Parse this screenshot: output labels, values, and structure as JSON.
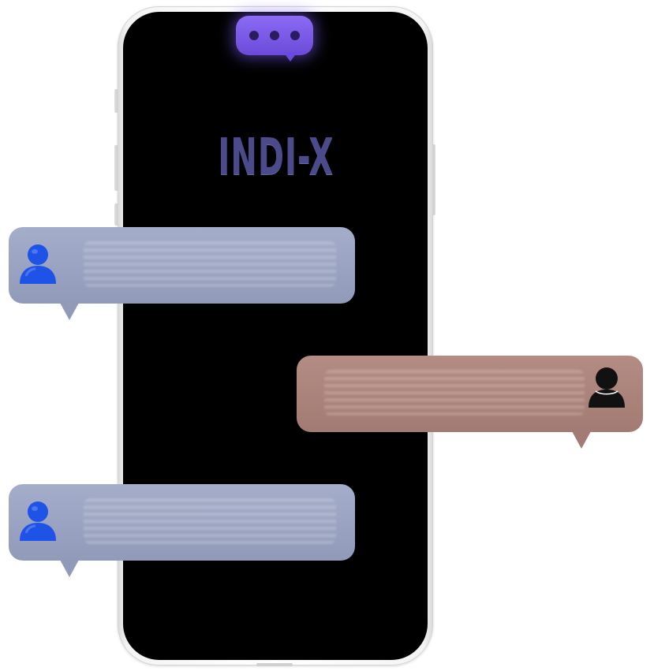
{
  "brand": {
    "name": "INDI-X",
    "color": "#4b4a8a"
  },
  "typing_indicator": {
    "icon": "typing-dots-icon",
    "color": "#7b5ce8",
    "dots": 3
  },
  "messages": [
    {
      "side": "left",
      "avatar_icon": "user-icon",
      "avatar_color": "#1f52e6",
      "bubble_color": "#9aa3c2"
    },
    {
      "side": "right",
      "avatar_icon": "user-icon",
      "avatar_color": "#111111",
      "bubble_color": "#aa837b"
    },
    {
      "side": "left",
      "avatar_icon": "user-icon",
      "avatar_color": "#1f52e6",
      "bubble_color": "#9aa3c2"
    }
  ],
  "colors": {
    "screen": "#000000",
    "phone_frame": "#f2f2f2"
  }
}
